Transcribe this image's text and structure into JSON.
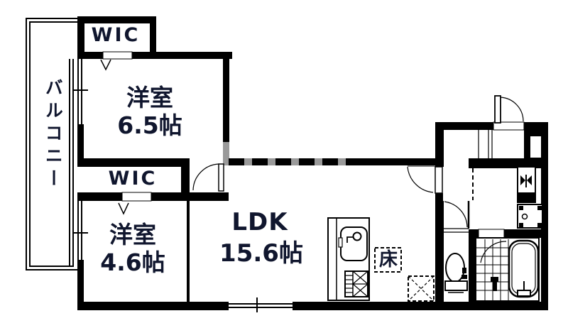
{
  "colors": {
    "wall": "#000000",
    "beam_gray": "#9a9a9a",
    "text": "#10162e"
  },
  "rooms": {
    "balcony": {
      "label": "バルコニー"
    },
    "wic_upper": {
      "label": "WIC"
    },
    "bedroom_upper": {
      "name": "洋室",
      "size": "6.5帖"
    },
    "wic_lower": {
      "label": "WIC"
    },
    "bedroom_lower": {
      "name": "洋室",
      "size": "4.6帖"
    },
    "ldk": {
      "name": "LDK",
      "size": "15.6帖"
    },
    "floor_storage": {
      "label": "床"
    }
  }
}
